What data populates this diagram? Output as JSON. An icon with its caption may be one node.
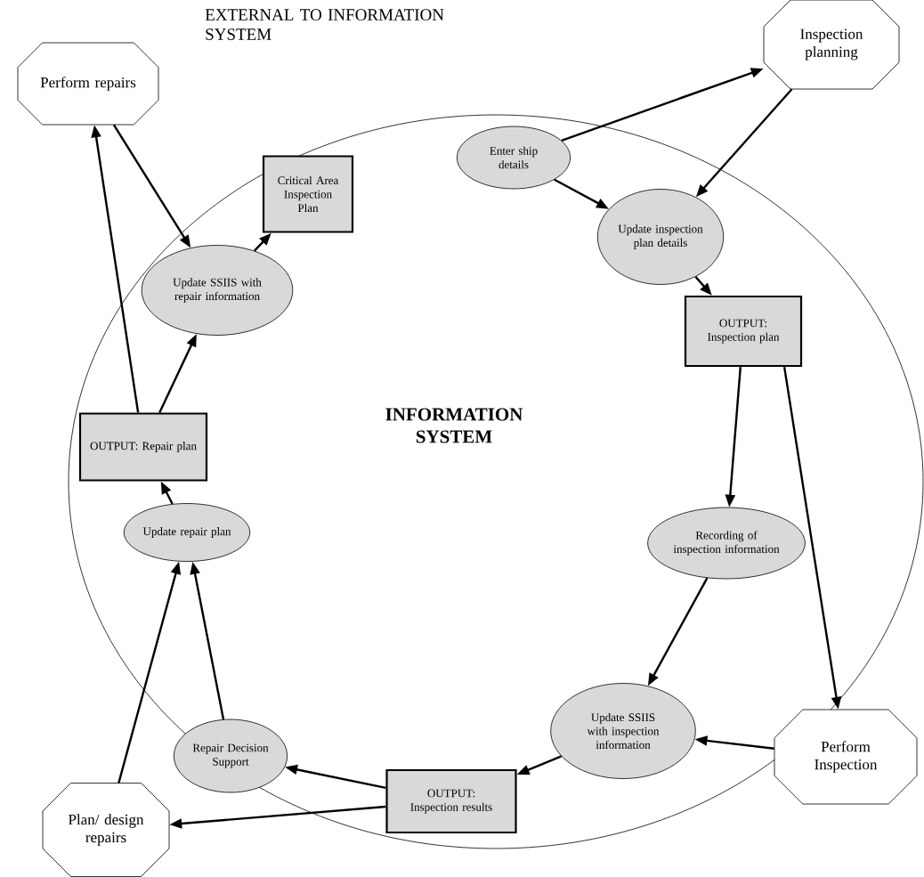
{
  "diagram": {
    "nodes": [
      {
        "text": [
          "INFORMATION SYSTEM"
        ]
      },
      {
        "text": [
          "Perform repairs"
        ]
      },
      {
        "text": [
          "Inspection planning"
        ]
      },
      {
        "text": [
          "Enter ship details"
        ],
        "in": 0
      },
      {
        "text": [
          "Critical Area Inspection Plan"
        ],
        "in": 0
      },
      {
        "text": [
          "Update SSIIS with repair information"
        ],
        "in": 0
      },
      {
        "text": [
          "Update inspection plan details"
        ],
        "in": 0
      },
      {
        "text": [
          "OUTPUT: Inspection plan"
        ],
        "in": 0
      },
      {
        "text": [
          "OUTPUT: Repair plan"
        ],
        "in": 0
      },
      {
        "text": [
          "Update repair plan"
        ],
        "in": 0
      },
      {
        "text": [
          "Recording of inspection information"
        ],
        "in": 0
      },
      {
        "text": [
          "Repair Decision Support"
        ],
        "in": 0
      },
      {
        "text": [
          "Update SSIIS with inspection information"
        ],
        "in": 0
      },
      {
        "text": [
          "Perform Inspection"
        ]
      },
      {
        "text": [
          "OUTPUT: Inspection results"
        ],
        "in": 0
      },
      {
        "text": [
          "Plan/ design repairs"
        ]
      }
    ],
    "edges": [
      {
        "from": 3,
        "to": 2,
        "arrow": "to"
      },
      {
        "from": 2,
        "to": 6,
        "arrow": "to"
      },
      {
        "from": 3,
        "to": 6,
        "arrow": "to"
      },
      {
        "from": 6,
        "to": 7,
        "arrow": "to"
      },
      {
        "from": 7,
        "to": 10,
        "arrow": "to"
      },
      {
        "from": 7,
        "to": 13,
        "arrow": "to"
      },
      {
        "from": 10,
        "to": 12,
        "arrow": "to"
      },
      {
        "from": 13,
        "to": 12,
        "arrow": "to"
      },
      {
        "from": 12,
        "to": 14,
        "arrow": "to"
      },
      {
        "from": 14,
        "to": 11,
        "arrow": "to"
      },
      {
        "from": 14,
        "to": 15,
        "arrow": "to"
      },
      {
        "from": 11,
        "to": 9,
        "arrow": "to"
      },
      {
        "from": 15,
        "to": 9,
        "arrow": "to"
      },
      {
        "from": 9,
        "to": 8,
        "arrow": "to"
      },
      {
        "from": 8,
        "to": 1,
        "arrow": "to"
      },
      {
        "from": 8,
        "to": 5,
        "arrow": "to"
      },
      {
        "from": 1,
        "to": 5,
        "arrow": "to"
      },
      {
        "from": 5,
        "to": 4,
        "arrow": "to"
      }
    ],
    "labels": [
      "EXTERNAL TO INFORMATION SYSTEM"
    ]
  }
}
